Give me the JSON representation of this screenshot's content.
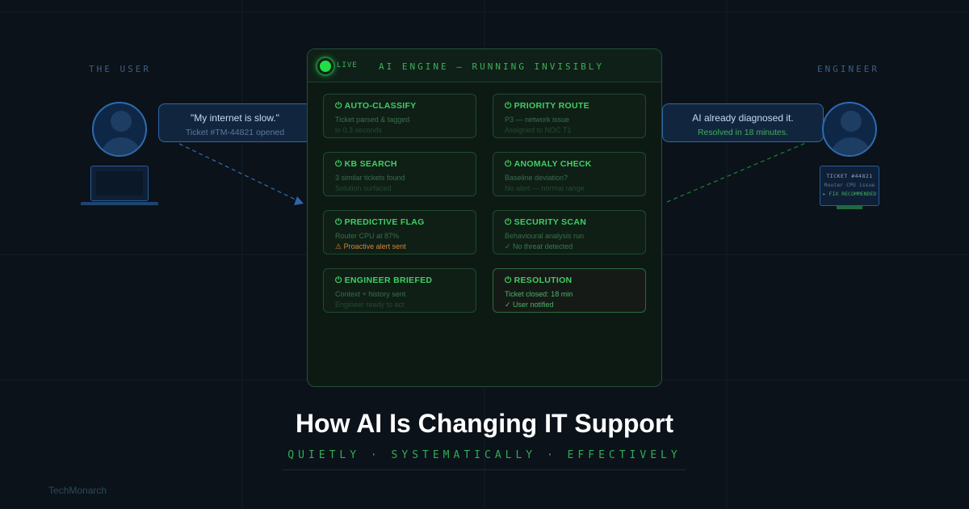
{
  "user_side": {
    "label": "THE USER",
    "bubble_line1": "\"My internet is slow.\"",
    "bubble_line2": "Ticket #TM-44821 opened"
  },
  "engineer_side": {
    "label": "ENGINEER",
    "bubble_line1": "AI already diagnosed it.",
    "bubble_line2": "Resolved in 18 minutes.",
    "screen_line1": "TICKET #44821",
    "screen_line2": "Router CPU issue",
    "screen_line3": "▸ FIX RECOMMENDED"
  },
  "engine": {
    "live_label": "LIVE",
    "title": "AI ENGINE — RUNNING INVISIBLY",
    "cards": [
      {
        "icon": "power-icon",
        "title": "AUTO-CLASSIFY",
        "line1": "Ticket parsed & tagged",
        "line2": "in 0.3 seconds"
      },
      {
        "icon": "power-icon",
        "title": "PRIORITY ROUTE",
        "line1": "P3 — network issue",
        "line2": "Assigned to NOC T1"
      },
      {
        "icon": "power-icon",
        "title": "KB SEARCH",
        "line1": "3 similar tickets found",
        "line2": "Solution surfaced"
      },
      {
        "icon": "power-icon",
        "title": "ANOMALY CHECK",
        "line1": "Baseline deviation?",
        "line2": "No alert — normal range"
      },
      {
        "icon": "power-icon",
        "title": "PREDICTIVE FLAG",
        "line1": "Router CPU at 87%",
        "line2": "⚠ Proactive alert sent"
      },
      {
        "icon": "power-icon",
        "title": "SECURITY SCAN",
        "line1": "Behavioural analysis run",
        "line2": "✓ No threat detected"
      },
      {
        "icon": "power-icon",
        "title": "ENGINEER BRIEFED",
        "line1": "Context + history sent",
        "line2": "Engineer ready to act"
      },
      {
        "icon": "power-icon",
        "title": "RESOLUTION",
        "line1": "Ticket closed: 18 min",
        "line2": "✓ User notified"
      }
    ]
  },
  "title": "How AI Is Changing IT Support",
  "tagline": "QUIETLY · SYSTEMATICALLY · EFFECTIVELY",
  "brand": "TechMonarch",
  "colors": {
    "background": "#0b1219",
    "accent_green": "#3fcf63",
    "accent_blue": "#2f66a9",
    "warning": "#d4853a"
  }
}
